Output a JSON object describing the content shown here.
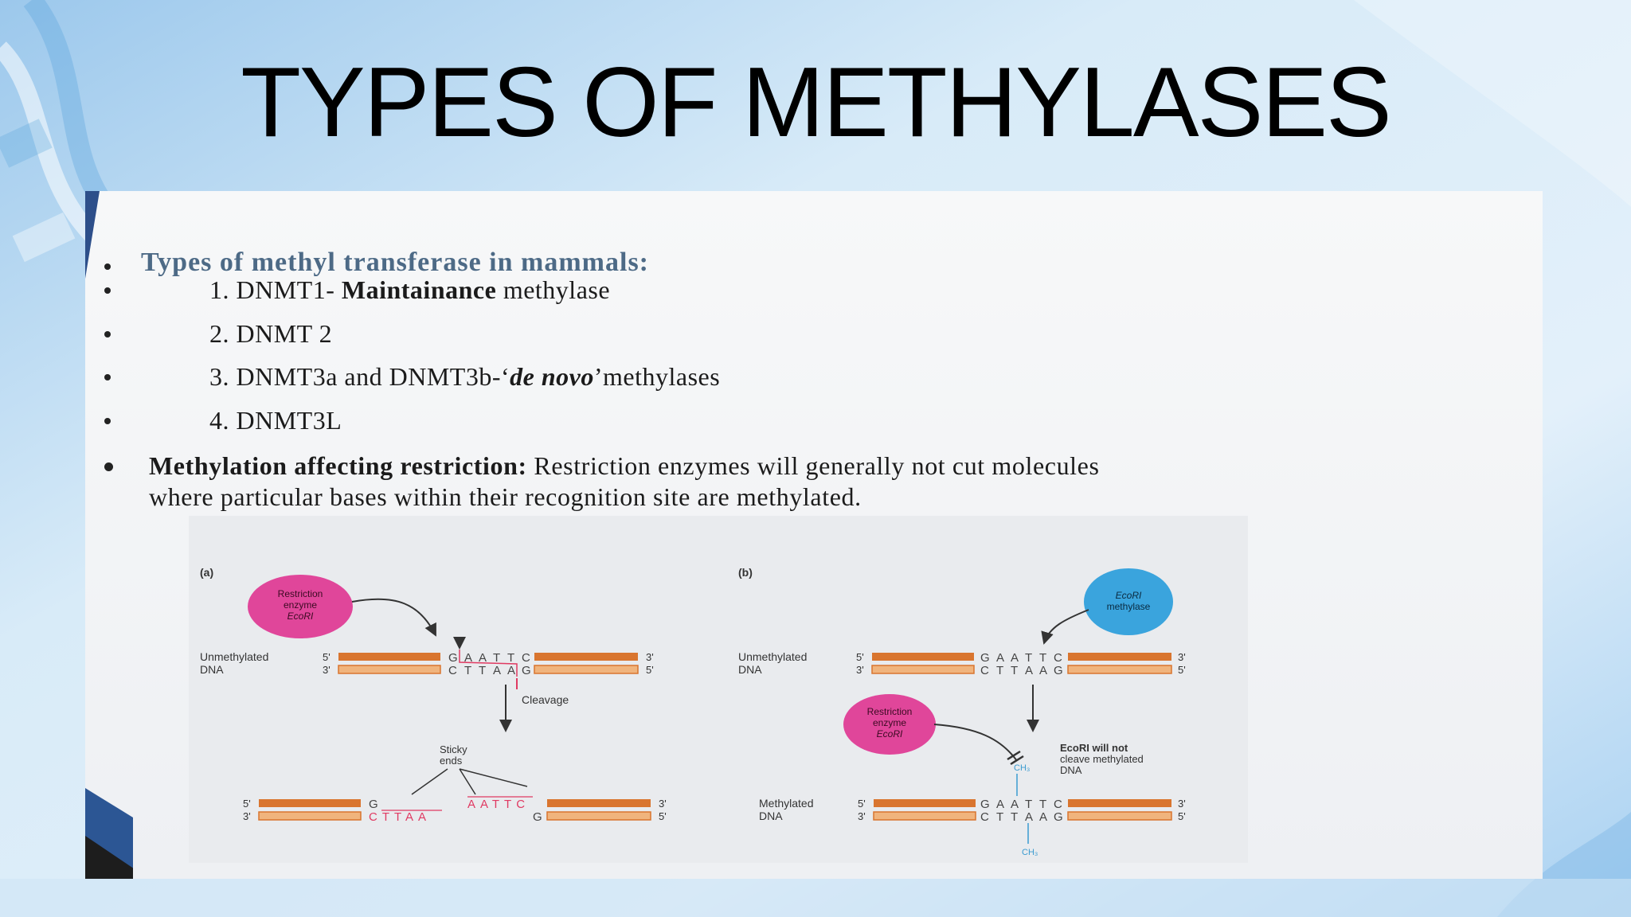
{
  "slide": {
    "title": "TYPES OF METHYLASES"
  },
  "content": {
    "heading": "Types of methyl transferase in mammals:",
    "items": [
      {
        "prefix": "1. DNMT1- ",
        "bold": "Maintainance",
        "suffix": " methylase"
      },
      {
        "text": "2. DNMT 2"
      },
      {
        "prefix": "3. DNMT3a and DNMT3b-‘",
        "bolditalic": "de novo",
        "suffix": "’methylases"
      },
      {
        "text": "4. DNMT3L"
      }
    ],
    "restriction": {
      "bold": "Methylation affecting restriction:",
      "line1": " Restriction enzymes will generally not cut molecules",
      "line2": "where particular bases within their recognition site are methylated."
    }
  },
  "figure": {
    "panel_a": {
      "label": "(a)",
      "enzyme_label": [
        "Restriction",
        "enzyme",
        "EcoRI"
      ],
      "dna_label": [
        "Unmethylated",
        "DNA"
      ],
      "top_seq": [
        "G",
        "A",
        "A",
        "T",
        "T",
        "C"
      ],
      "bottom_seq": [
        "C",
        "T",
        "T",
        "A",
        "A",
        "G"
      ],
      "cleavage": "Cleavage",
      "sticky_ends": [
        "Sticky",
        "ends"
      ],
      "left_top_base": "G",
      "left_bottom_seq": "CTTAA",
      "right_top_seq": "AATTC",
      "right_bottom_base": "G",
      "five_prime": "5'",
      "three_prime": "3'"
    },
    "panel_b": {
      "label": "(b)",
      "methylase_label": [
        "EcoRI",
        "methylase"
      ],
      "enzyme_label": [
        "Restriction",
        "enzyme",
        "EcoRI"
      ],
      "dna_top_label": [
        "Unmethylated",
        "DNA"
      ],
      "dna_bottom_label": [
        "Methylated",
        "DNA"
      ],
      "top_seq": [
        "G",
        "A",
        "A",
        "T",
        "T",
        "C"
      ],
      "bottom_seq": [
        "C",
        "T",
        "T",
        "A",
        "A",
        "G"
      ],
      "no_cleave": [
        "EcoRI will not",
        "cleave methylated",
        "DNA"
      ],
      "methyl": "CH₃"
    },
    "colors": {
      "strand_fill": "#d9752f",
      "strand_inner": "#f0b47d",
      "restriction_enzyme": "#e0469a",
      "methylase": "#3aa4dd",
      "cleave_red": "#e03a62",
      "methyl_blue": "#3a9bd0"
    }
  }
}
